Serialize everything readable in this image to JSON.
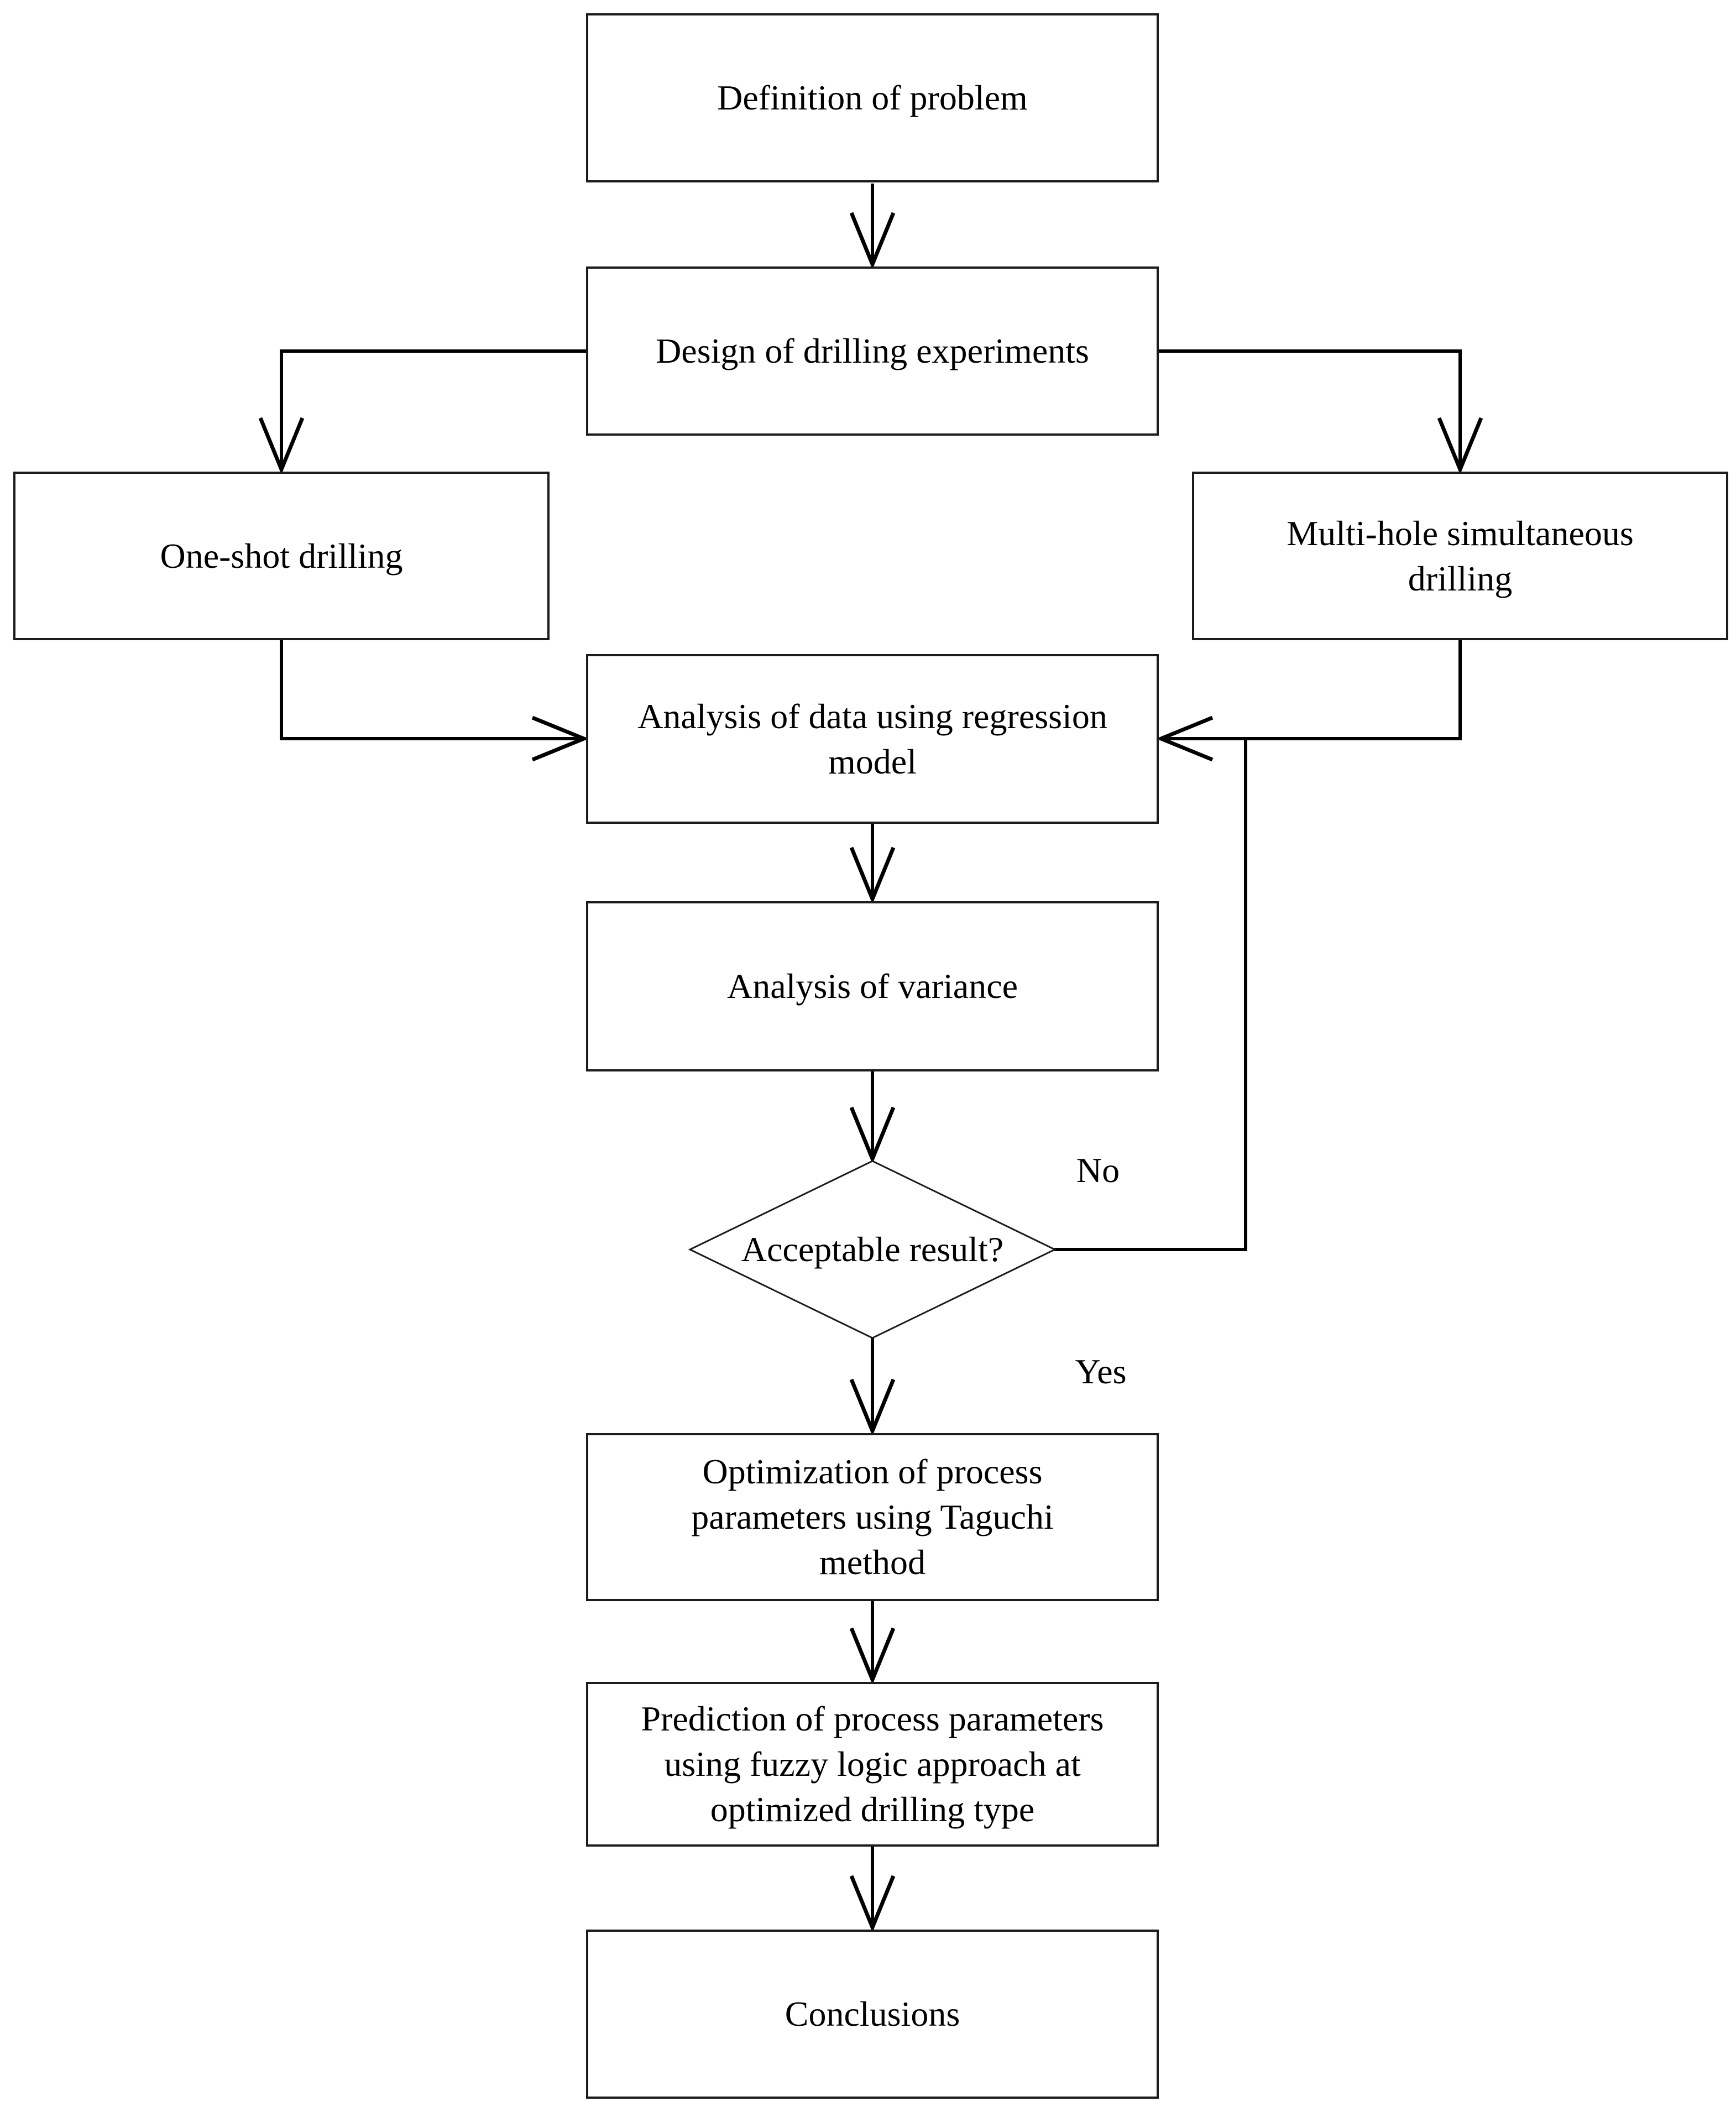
{
  "canvas": {
    "background": "#ffffff",
    "line_color": "#000000",
    "border_color": "#1c1c1c"
  },
  "nodes": {
    "definition": {
      "label": "Definition of problem",
      "shape": "rect"
    },
    "design": {
      "label": "Design of drilling experiments",
      "shape": "rect"
    },
    "one_shot": {
      "label": "One-shot drilling",
      "shape": "rect"
    },
    "multi_hole": {
      "label": "Multi-hole simultaneous drilling",
      "shape": "rect"
    },
    "regression": {
      "label": "Analysis of data using regression model",
      "shape": "rect"
    },
    "variance": {
      "label": "Analysis of variance",
      "shape": "rect"
    },
    "decision": {
      "label": "Acceptable result?",
      "shape": "diamond"
    },
    "optimization": {
      "label": "Optimization of process parameters using Taguchi method",
      "shape": "rect"
    },
    "prediction": {
      "label": "Prediction of process parameters using fuzzy logic approach at optimized drilling type",
      "shape": "rect"
    },
    "conclusions": {
      "label": "Conclusions",
      "shape": "rect"
    }
  },
  "edge_labels": {
    "no": "No",
    "yes": "Yes"
  }
}
